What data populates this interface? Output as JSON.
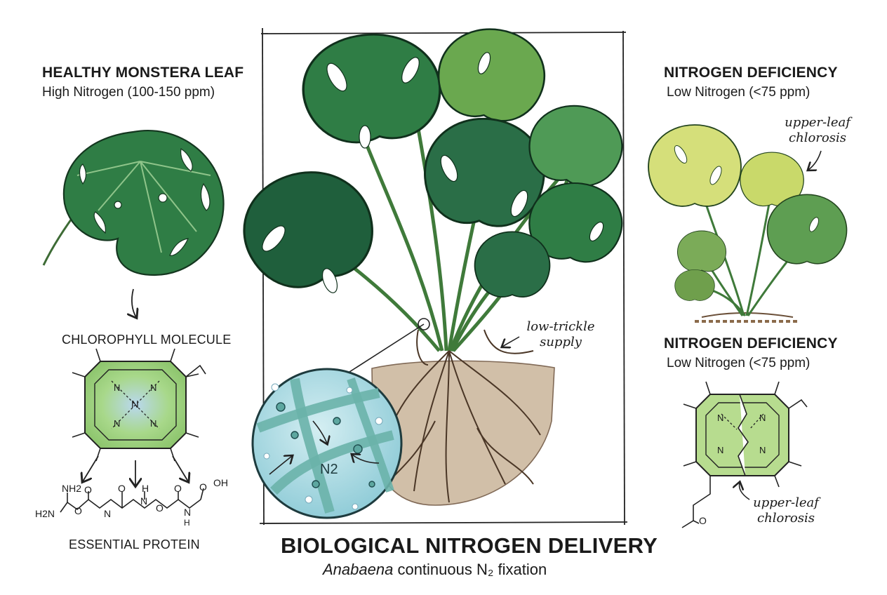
{
  "left_panel": {
    "title": "HEALTHY MONSTERA LEAF",
    "subtitle": "High Nitrogen (100-150 ppm)",
    "molecule_label": "CHLOROPHYLL MOLECULE",
    "protein_label": "ESSENTIAL PROTEIN",
    "chlorophyll_center_atom": "N",
    "chlorophyll_ring_atoms": [
      "N",
      "N",
      "N",
      "N"
    ],
    "protein_groups": [
      "NH2",
      "H2N",
      "O",
      "O",
      "N",
      "O",
      "N",
      "H",
      "O",
      "O",
      "N",
      "H",
      "O",
      "OH"
    ]
  },
  "center_panel": {
    "annotation": [
      "low-trickle",
      "supply"
    ],
    "magnifier_label": "N2",
    "title": "BIOLOGICAL NITROGEN DELIVERY",
    "caption_organism": "Anabaena",
    "caption_rest": "continuous N₂ fixation"
  },
  "right_panel": {
    "top_title": "NITROGEN DEFICIENCY",
    "top_subtitle": "Low Nitrogen (<75 ppm)",
    "top_note": [
      "upper-leaf",
      "chlorosis"
    ],
    "bottom_title": "NITROGEN DEFICIENCY",
    "bottom_subtitle": "Low Nitrogen (<75 ppm)",
    "bottom_note": [
      "upper-leaf",
      "chlorosis"
    ],
    "molecule_atoms": [
      "N",
      "N",
      "N",
      "N",
      "O"
    ]
  },
  "colors": {
    "healthy_leaf": "#2f7d45",
    "dark_leaf": "#1f5f3c",
    "chlorotic_leaf": "#c9d96a",
    "ring_fill": "#a8d88a",
    "soil": "#8a6a4a",
    "cyano_fill": "#a9dce3"
  }
}
